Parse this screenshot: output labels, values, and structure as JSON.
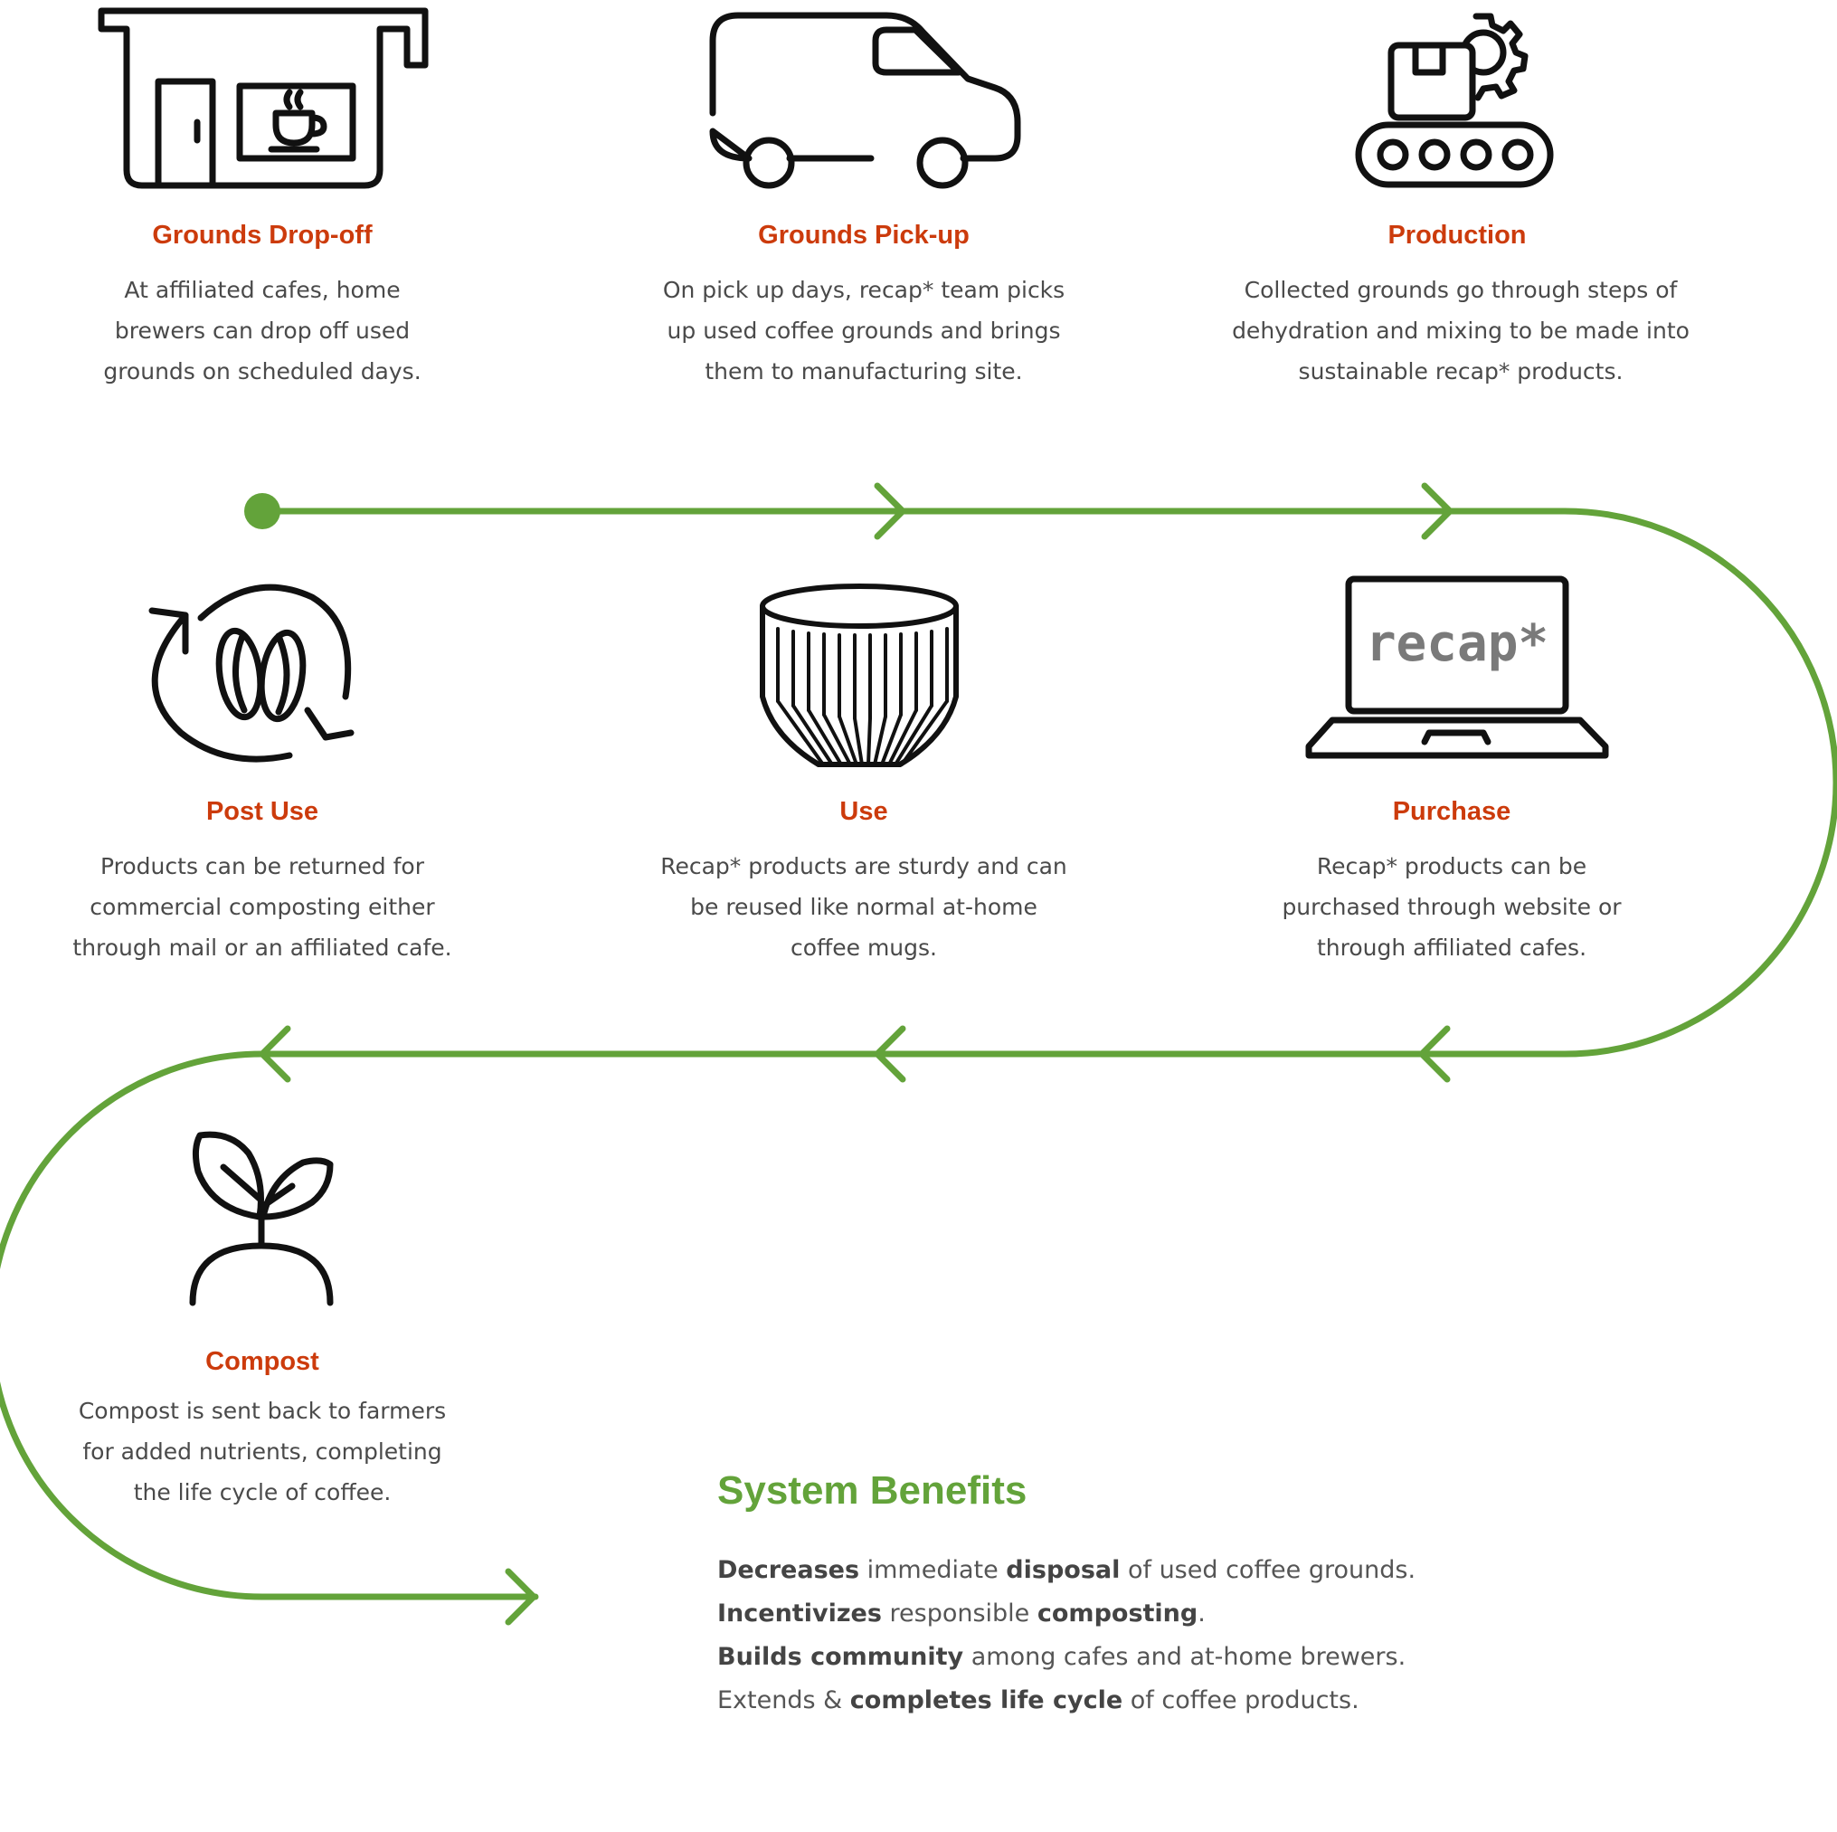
{
  "colors": {
    "accent_green": "#63a33a",
    "title_orange": "#cc3b0c",
    "icon_stroke": "#111111",
    "body_text": "#4a4a4a"
  },
  "steps": [
    {
      "id": "grounds-drop-off",
      "icon": "cafe-storefront-icon",
      "title": "Grounds Drop-off",
      "lines": [
        "At affiliated cafes, home",
        "brewers can drop off used",
        "grounds on scheduled days."
      ]
    },
    {
      "id": "grounds-pick-up",
      "icon": "delivery-van-icon",
      "title": "Grounds Pick-up",
      "lines": [
        "On pick up days, recap* team picks",
        "up used coffee grounds and brings",
        "them to manufacturing site."
      ]
    },
    {
      "id": "production",
      "icon": "conveyor-gear-icon",
      "title": "Production",
      "lines": [
        "Collected grounds go through steps of",
        "dehydration and mixing to be made into",
        "sustainable recap* products."
      ]
    },
    {
      "id": "purchase",
      "icon": "laptop-icon",
      "title": "Purchase",
      "lines": [
        "Recap* products can be",
        "purchased through website or",
        "through affiliated cafes."
      ],
      "screen_text": "recap*"
    },
    {
      "id": "use",
      "icon": "ribbed-cup-icon",
      "title": "Use",
      "lines": [
        "Recap* products are sturdy and can",
        "be reused like normal at-home",
        "coffee mugs."
      ]
    },
    {
      "id": "post-use",
      "icon": "recycle-bean-icon",
      "title": "Post Use",
      "lines": [
        "Products can be returned for",
        "commercial composting either",
        "through mail or an affiliated cafe."
      ]
    },
    {
      "id": "compost",
      "icon": "sprout-icon",
      "title": "Compost",
      "lines": [
        "Compost is sent back to farmers",
        "for added nutrients, completing",
        "the life cycle of coffee."
      ]
    }
  ],
  "benefits": {
    "title": "System Benefits",
    "items": [
      [
        {
          "t": "Decreases",
          "b": true
        },
        {
          "t": " immediate ",
          "b": false
        },
        {
          "t": "disposal",
          "b": true
        },
        {
          "t": " of used coffee grounds.",
          "b": false
        }
      ],
      [
        {
          "t": "Incentivizes",
          "b": true
        },
        {
          "t": " responsible ",
          "b": false
        },
        {
          "t": "composting",
          "b": true
        },
        {
          "t": ".",
          "b": false
        }
      ],
      [
        {
          "t": "Builds community",
          "b": true
        },
        {
          "t": " among cafes and at-home brewers.",
          "b": false
        }
      ],
      [
        {
          "t": "Extends & ",
          "b": false
        },
        {
          "t": "completes life cycle",
          "b": true
        },
        {
          "t": " of coffee products.",
          "b": false
        }
      ]
    ]
  }
}
